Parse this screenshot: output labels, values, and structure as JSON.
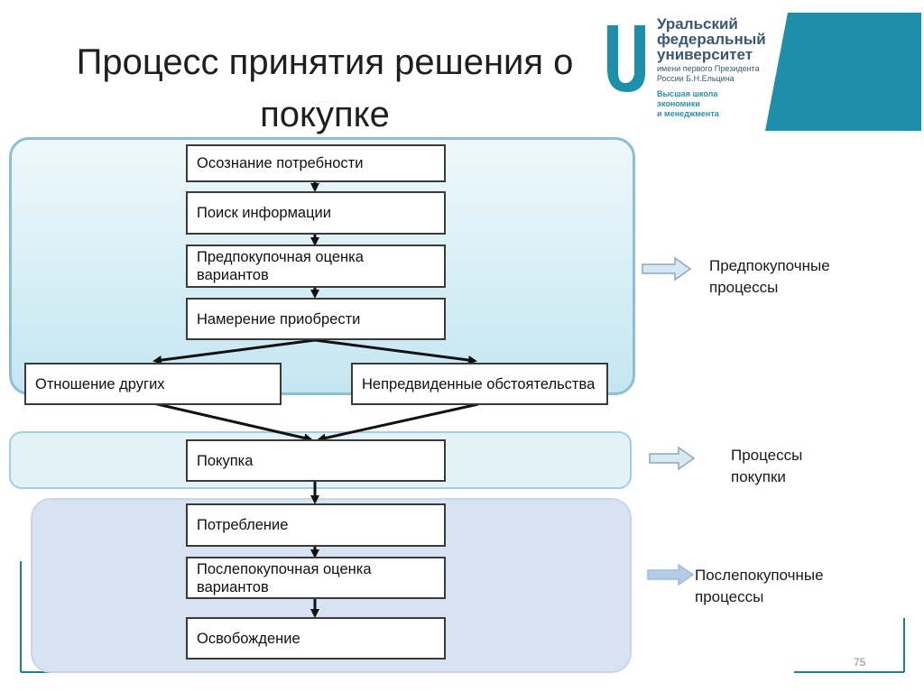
{
  "title_lines": [
    "Процесс принятия решения о",
    "покупке"
  ],
  "logo": {
    "lines": [
      "Уральский",
      "федеральный",
      "университет"
    ],
    "sub_lines": [
      "имени первого Президента",
      "России Б.Н.Ельцина"
    ],
    "school_lines": [
      "Высшая школа",
      "экономики",
      "и менеджмента"
    ]
  },
  "flow": {
    "awareness": "Осознание потребности",
    "search": "Поиск информации",
    "evaluation": "Предпокупочная оценка вариантов",
    "intention": "Намерение приобрести",
    "others_attitude": "Отношение других",
    "unforeseen": "Непредвиденные обстоятельства",
    "purchase": "Покупка",
    "consumption": "Потребление",
    "post_evaluation": "Послепокупочная оценка вариантов",
    "disposal": "Освобождение"
  },
  "side_labels": {
    "pre_purchase": "Предпокупочные процессы",
    "purchase": "Процессы покупки",
    "post_purchase": "Послепокупочные процессы"
  },
  "page_number": "75",
  "colors": {
    "logo_teal": "#1d8fa8",
    "panel_pre": "#c4e6f1",
    "panel_purchase": "#e3f2f7",
    "panel_post": "#d8e3f1",
    "arrow_fill": "#d6e8f2"
  }
}
